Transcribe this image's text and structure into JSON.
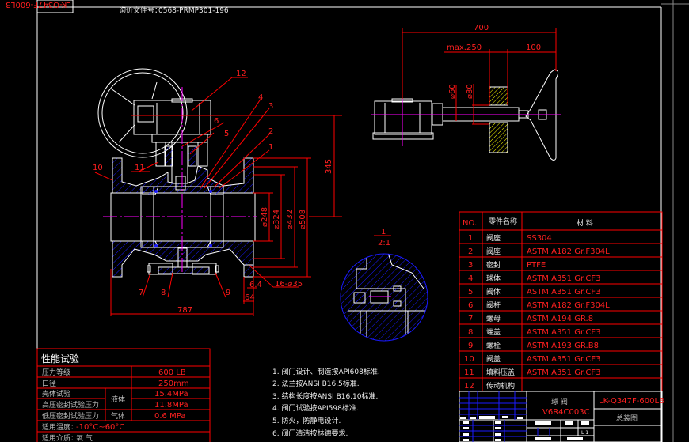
{
  "header": {
    "mirrored_code": "LK-Q347F-600LB",
    "inquiry_label": "询价文件号：",
    "inquiry_number": "0568-PRMP301-196"
  },
  "front_view": {
    "part_labels": [
      "1",
      "2",
      "3",
      "4",
      "5",
      "6",
      "7",
      "8",
      "9",
      "10",
      "11",
      "12"
    ],
    "dimensions": {
      "overall_length": "787",
      "height": "345",
      "bore": "⌀248",
      "d324": "⌀324",
      "d432": "⌀432",
      "d508": "⌀508",
      "flange_thickness": "64",
      "raised_face": "6.4",
      "bolt_holes": "16-⌀35"
    }
  },
  "side_view": {
    "dimensions": {
      "overall": "700",
      "max_extension": "max.250",
      "wall": "100",
      "d60": "⌀60",
      "d80": "⌀80"
    }
  },
  "detail_view": {
    "label": "1",
    "scale": "2:1"
  },
  "parts_table": {
    "headers": [
      "NO.",
      "零件名称",
      "材  料"
    ],
    "rows": [
      {
        "no": "1",
        "name": "阀座",
        "material": "SS304"
      },
      {
        "no": "2",
        "name": "阀座",
        "material": "ASTM A182 Gr.F304L"
      },
      {
        "no": "3",
        "name": "密封",
        "material": "PTFE"
      },
      {
        "no": "4",
        "name": "球体",
        "material": "ASTM A351 Gr.CF3"
      },
      {
        "no": "5",
        "name": "阀体",
        "material": "ASTM A351 Gr.CF3"
      },
      {
        "no": "6",
        "name": "阀杆",
        "material": "ASTM A182 Gr.F304L"
      },
      {
        "no": "7",
        "name": "螺母",
        "material": "ASTM A194 GR.8"
      },
      {
        "no": "8",
        "name": "端盖",
        "material": "ASTM A351 Gr.CF3"
      },
      {
        "no": "9",
        "name": "螺栓",
        "material": "ASTM A193 GR.B8"
      },
      {
        "no": "10",
        "name": "阀盖",
        "material": "ASTM A351 Gr.CF3"
      },
      {
        "no": "11",
        "name": "填料压盖",
        "material": "ASTM A351 Gr.CF3"
      },
      {
        "no": "12",
        "name": "传动机构",
        "material": ""
      }
    ]
  },
  "performance_test": {
    "title": "性能试验",
    "rows": [
      {
        "label": "压力等级",
        "medium": "",
        "value": "600 LB"
      },
      {
        "label": "口径",
        "medium": "",
        "value": "250mm"
      },
      {
        "label": "壳体试验",
        "medium": "液体",
        "value": "15.4MPa"
      },
      {
        "label": "高压密封试验压力",
        "medium": "",
        "value": "11.8MPa"
      },
      {
        "label": "低压密封试验压力",
        "medium": "气体",
        "value": "0.6 MPa"
      }
    ],
    "temperature_label": "适用温度：",
    "temperature_value": "-10°C~60°C",
    "medium_label": "适用介质：",
    "medium_value": "氧 气"
  },
  "notes": [
    "1. 阀门设计、制造按API608标准.",
    "2. 法兰按ANSI B16.5标准.",
    "3. 结构长度按ANSI B16.10标准.",
    "4. 阀门试验按API598标准.",
    "5. 防火，防静电设计.",
    "6. 阀门清洁按林德要求."
  ],
  "title_block": {
    "product_name": "球  阀",
    "product_code": "V6R4C003C",
    "drawing_number": "LK-Q347F-600LB",
    "drawing_title": "总装图",
    "sheet": "L 1"
  },
  "colors": {
    "background": "#000000",
    "outline": "#ffffff",
    "dimension": "#ff0000",
    "hatch": "#1a1aff",
    "centerline": "#ff00ff",
    "wall_hatch": "#ffff00"
  }
}
